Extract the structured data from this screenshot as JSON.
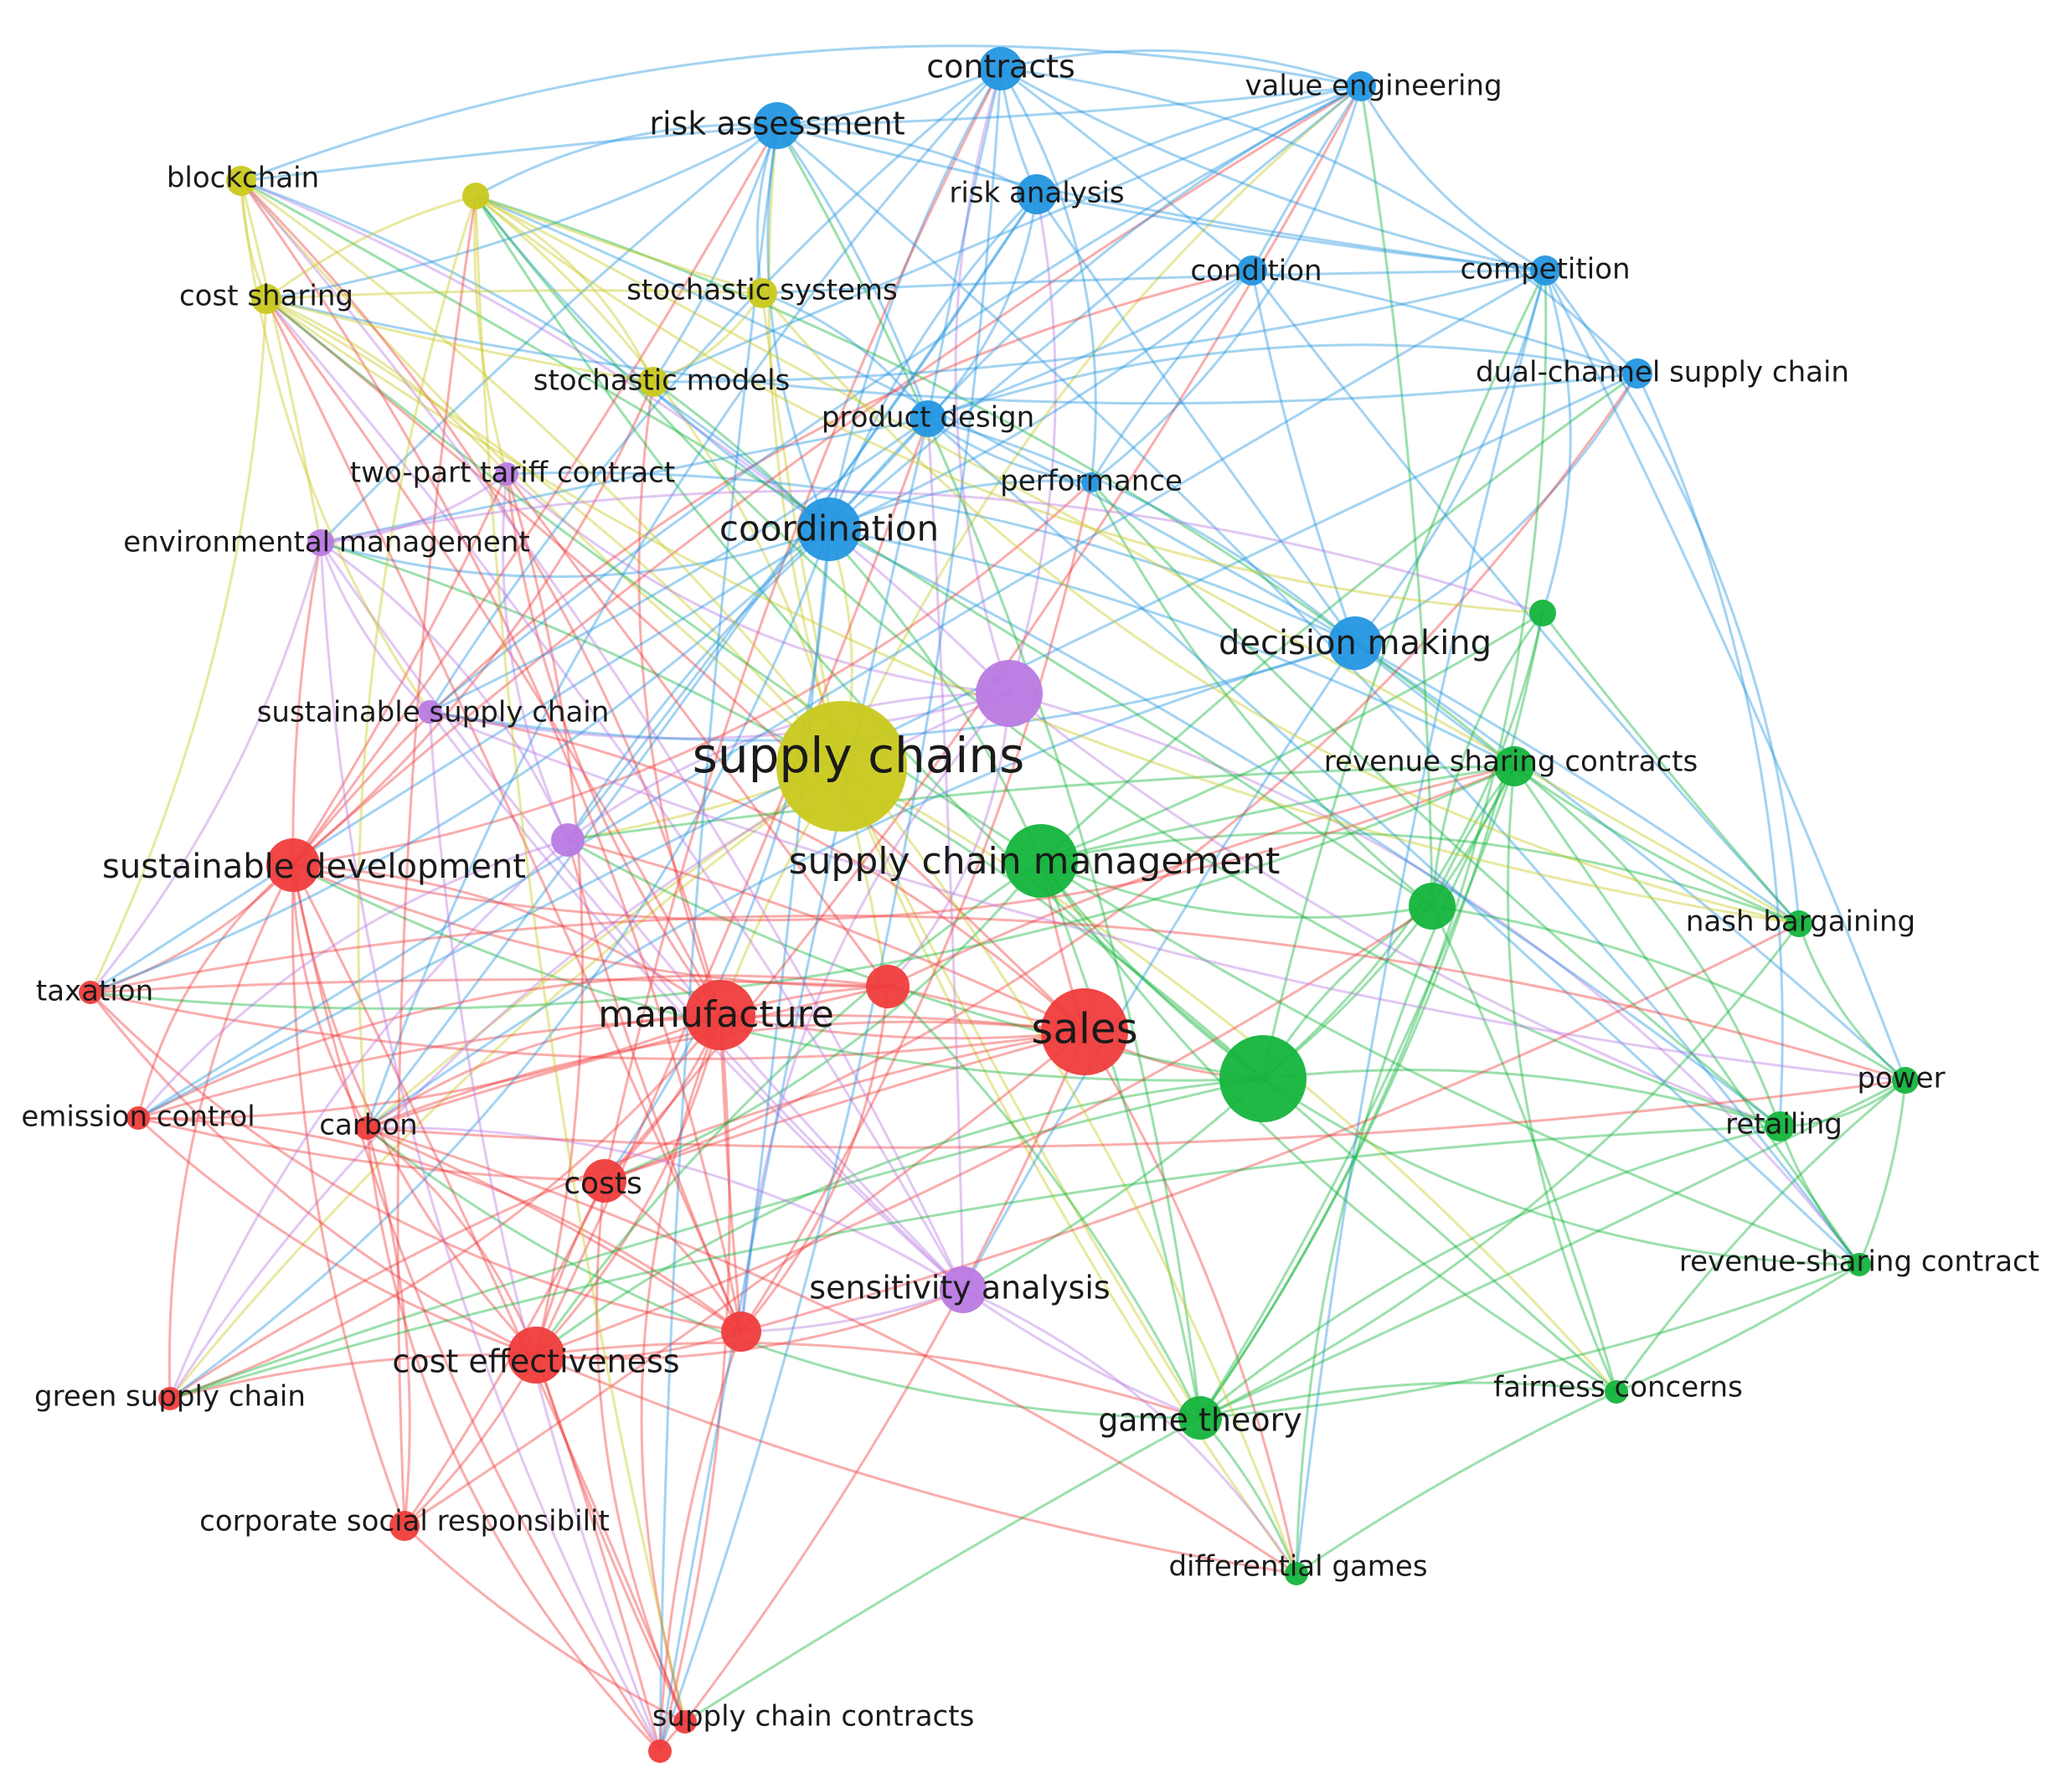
{
  "clusters": [
    {
      "id": "red",
      "color": "#f03c3c"
    },
    {
      "id": "green",
      "color": "#14b43c"
    },
    {
      "id": "blue",
      "color": "#2496e0"
    },
    {
      "id": "yellow",
      "color": "#c9c91e"
    },
    {
      "id": "purple",
      "color": "#b97ae3"
    }
  ],
  "nodes": [
    {
      "id": "supply-chains",
      "label": "supply chains",
      "cluster": "yellow",
      "weight": 10
    },
    {
      "id": "sales",
      "label": "sales",
      "cluster": "red",
      "weight": 8
    },
    {
      "id": "manufacture",
      "label": "manufacture",
      "cluster": "red",
      "weight": 7
    },
    {
      "id": "supply-chain-management",
      "label": "supply chain management",
      "cluster": "green",
      "weight": 7
    },
    {
      "id": "green-hub",
      "label": "",
      "cluster": "green",
      "weight": 8
    },
    {
      "id": "purple-hub",
      "label": "",
      "cluster": "purple",
      "weight": 7
    },
    {
      "id": "coordination",
      "label": "coordination",
      "cluster": "blue",
      "weight": 7
    },
    {
      "id": "decision-making",
      "label": "decision making",
      "cluster": "blue",
      "weight": 6
    },
    {
      "id": "sustainable-development",
      "label": "sustainable development",
      "cluster": "red",
      "weight": 6
    },
    {
      "id": "cost-effectiveness",
      "label": "cost effectiveness",
      "cluster": "red",
      "weight": 6
    },
    {
      "id": "costs",
      "label": "costs",
      "cluster": "red",
      "weight": 5
    },
    {
      "id": "sensitivity-analysis",
      "label": "sensitivity analysis",
      "cluster": "purple",
      "weight": 5
    },
    {
      "id": "game-theory",
      "label": "game theory",
      "cluster": "green",
      "weight": 5
    },
    {
      "id": "risk-assessment",
      "label": "risk assessment",
      "cluster": "blue",
      "weight": 5
    },
    {
      "id": "contracts",
      "label": "contracts",
      "cluster": "blue",
      "weight": 5
    },
    {
      "id": "risk-analysis",
      "label": "risk analysis",
      "cluster": "blue",
      "weight": 4
    },
    {
      "id": "revenue-sharing-contracts",
      "label": "revenue sharing contracts",
      "cluster": "green",
      "weight": 4
    },
    {
      "id": "red-mid",
      "label": "",
      "cluster": "red",
      "weight": 5
    },
    {
      "id": "red-low",
      "label": "",
      "cluster": "red",
      "weight": 4
    },
    {
      "id": "green-mid",
      "label": "",
      "cluster": "green",
      "weight": 5
    },
    {
      "id": "purple-mid",
      "label": "",
      "cluster": "purple",
      "weight": 3
    },
    {
      "id": "product-design",
      "label": "product design",
      "cluster": "blue",
      "weight": 3
    },
    {
      "id": "performance",
      "label": "performance",
      "cluster": "blue",
      "weight": 2
    },
    {
      "id": "condition",
      "label": "condition",
      "cluster": "blue",
      "weight": 3
    },
    {
      "id": "competition",
      "label": "competition",
      "cluster": "blue",
      "weight": 3
    },
    {
      "id": "dual-channel-supply-chain",
      "label": "dual-channel supply chain",
      "cluster": "blue",
      "weight": 3
    },
    {
      "id": "value-engineering",
      "label": "value engineering",
      "cluster": "blue",
      "weight": 3
    },
    {
      "id": "blockchain",
      "label": "blockchain",
      "cluster": "yellow",
      "weight": 3
    },
    {
      "id": "yellow-small",
      "label": "",
      "cluster": "yellow",
      "weight": 2
    },
    {
      "id": "cost-sharing",
      "label": "cost sharing",
      "cluster": "yellow",
      "weight": 3
    },
    {
      "id": "stochastic-systems",
      "label": "stochastic systems",
      "cluster": "yellow",
      "weight": 3
    },
    {
      "id": "stochastic-models",
      "label": "stochastic models",
      "cluster": "yellow",
      "weight": 3
    },
    {
      "id": "two-part-tariff-contract",
      "label": "two-part tariff contract",
      "cluster": "purple",
      "weight": 2
    },
    {
      "id": "environmental-management",
      "label": "environmental management",
      "cluster": "purple",
      "weight": 3
    },
    {
      "id": "sustainable-supply-chain",
      "label": "sustainable supply chain",
      "cluster": "purple",
      "weight": 2
    },
    {
      "id": "taxation",
      "label": "taxation",
      "cluster": "red",
      "weight": 2
    },
    {
      "id": "emission-control",
      "label": "emission control",
      "cluster": "red",
      "weight": 2
    },
    {
      "id": "carbon",
      "label": "carbon",
      "cluster": "red",
      "weight": 2
    },
    {
      "id": "green-supply-chain",
      "label": "green supply chain",
      "cluster": "red",
      "weight": 2
    },
    {
      "id": "corporate-social-responsibilit",
      "label": "corporate social responsibilit",
      "cluster": "red",
      "weight": 3
    },
    {
      "id": "supply-chain-contracts",
      "label": "supply chain contracts",
      "cluster": "red",
      "weight": 2
    },
    {
      "id": "red-bottom",
      "label": "",
      "cluster": "red",
      "weight": 2
    },
    {
      "id": "green-small",
      "label": "",
      "cluster": "green",
      "weight": 2
    },
    {
      "id": "nash-bargaining",
      "label": "nash bargaining",
      "cluster": "green",
      "weight": 2
    },
    {
      "id": "power",
      "label": "power",
      "cluster": "green",
      "weight": 2
    },
    {
      "id": "retailing",
      "label": "retailing",
      "cluster": "green",
      "weight": 3
    },
    {
      "id": "revenue-sharing-contract",
      "label": "revenue-sharing contract",
      "cluster": "green",
      "weight": 2
    },
    {
      "id": "fairness-concerns",
      "label": "fairness concerns",
      "cluster": "green",
      "weight": 2
    },
    {
      "id": "differential-games",
      "label": "differential games",
      "cluster": "green",
      "weight": 2
    }
  ]
}
